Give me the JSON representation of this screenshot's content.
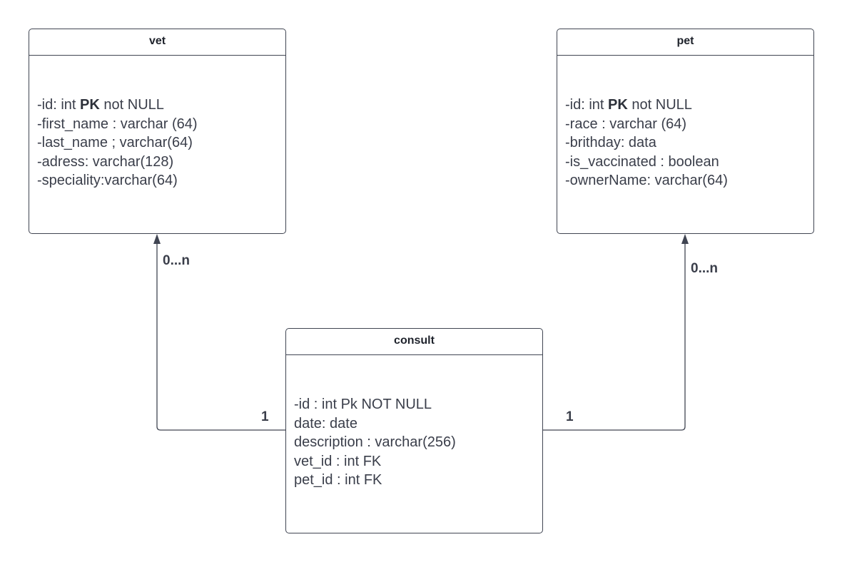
{
  "entities": {
    "vet": {
      "name": "vet",
      "attributes": [
        {
          "pre": "-id: int ",
          "bold": "PK",
          "post": " not NULL"
        },
        {
          "pre": "-first_name : varchar (64)",
          "bold": "",
          "post": ""
        },
        {
          "pre": "-last_name ; varchar(64)",
          "bold": "",
          "post": ""
        },
        {
          "pre": "-adress: varchar(128)",
          "bold": "",
          "post": ""
        },
        {
          "pre": "-speciality:varchar(64)",
          "bold": "",
          "post": ""
        }
      ]
    },
    "pet": {
      "name": "pet",
      "attributes": [
        {
          "pre": "-id: int ",
          "bold": "PK",
          "post": " not NULL"
        },
        {
          "pre": "-race : varchar (64)",
          "bold": "",
          "post": ""
        },
        {
          "pre": "-brithday: data",
          "bold": "",
          "post": ""
        },
        {
          "pre": "-is_vaccinated : boolean",
          "bold": "",
          "post": ""
        },
        {
          "pre": "-ownerName: varchar(64)",
          "bold": "",
          "post": ""
        }
      ]
    },
    "consult": {
      "name": "consult",
      "attributes": [
        {
          "pre": "-id : int Pk NOT NULL",
          "bold": "",
          "post": ""
        },
        {
          "pre": "date: date",
          "bold": "",
          "post": ""
        },
        {
          "pre": "description : varchar(256)",
          "bold": "",
          "post": ""
        },
        {
          "pre": "vet_id : int FK",
          "bold": "",
          "post": ""
        },
        {
          "pre": "pet_id : int FK",
          "bold": "",
          "post": ""
        }
      ]
    }
  },
  "relationships": [
    {
      "from": "consult",
      "to": "vet",
      "from_multiplicity": "1",
      "to_multiplicity": "0...n"
    },
    {
      "from": "consult",
      "to": "pet",
      "from_multiplicity": "1",
      "to_multiplicity": "0...n"
    }
  ],
  "colors": {
    "stroke": "#404552",
    "text": "#3a3e4a",
    "background": "#ffffff"
  }
}
